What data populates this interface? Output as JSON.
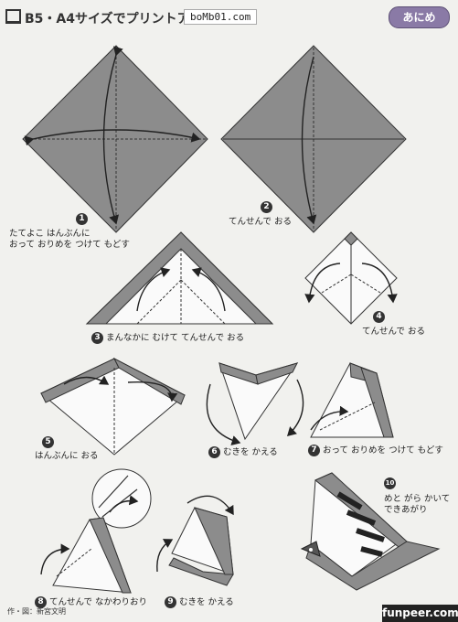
{
  "header": {
    "title": "B5・A4サイズでプリントアウト",
    "watermark": "boMb01.com",
    "badge": "あにめ"
  },
  "steps": [
    {
      "number": "1",
      "caption_lines": [
        "たてよこ はんぶんに",
        "おって おりめを つけて もどす"
      ]
    },
    {
      "number": "2",
      "caption": "てんせんで おる"
    },
    {
      "number": "3",
      "caption": "まんなかに むけて てんせんで おる"
    },
    {
      "number": "4",
      "caption": "てんせんで おる"
    },
    {
      "number": "5",
      "caption": "はんぶんに おる"
    },
    {
      "number": "6",
      "caption": "むきを かえる"
    },
    {
      "number": "7",
      "caption": "おって おりめを つけて もどす"
    },
    {
      "number": "8",
      "caption": "てんせんで なかわりおり"
    },
    {
      "number": "9",
      "caption": "むきを かえる"
    },
    {
      "number": "10",
      "caption_lines": [
        "めと がら かいて",
        "できあがり"
      ]
    }
  ],
  "footer": {
    "credit": "作・図：新宮文明",
    "watermark": "funpeer.com"
  }
}
